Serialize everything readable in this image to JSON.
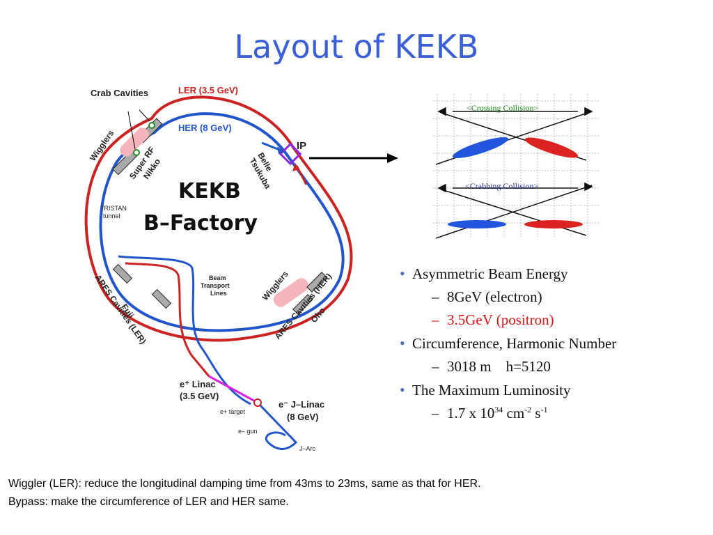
{
  "title": "Layout of KEKB",
  "diagram": {
    "crab_cavities": "Crab Cavities",
    "ler": "LER (3.5 GeV)",
    "her": "HER (8 GeV)",
    "ip": "IP",
    "wigglers_left": "Wigglers",
    "super_rf": "Super RF",
    "nikko": "Nikko",
    "belle": "Belle",
    "tsukuba": "Tsukuba",
    "kekb": "KEKB",
    "b_factory": "B–Factory",
    "tristan": "TRISTAN",
    "tunnel": "tunnel",
    "ares_ler": "ARES Cavities (LER)",
    "fuji": "Fuji",
    "beam_transport_1": "Beam",
    "beam_transport_2": "Transport",
    "beam_transport_3": "Lines",
    "wigglers_right": "Wigglers",
    "ares_her": "ARES Cavities (HER)",
    "oho": "Oho",
    "e_plus_linac": "e⁺ Linac",
    "e_plus_linac_energy": "(3.5 GeV)",
    "e_plus_target": "e+ target",
    "e_gun": "e– gun",
    "j_linac": "e⁻ J–Linac",
    "j_linac_energy": "(8 GeV)",
    "j_arc": "J–Arc"
  },
  "collision": {
    "crossing": "<Crossing Collision>",
    "crabbing": "<Crabbing Collision>"
  },
  "bullets": {
    "b1": "Asymmetric Beam Energy",
    "b1_sub1": "8GeV (electron)",
    "b1_sub2": "3.5GeV (positron)",
    "b2": "Circumference, Harmonic Number",
    "b2_sub1": "3018 m    h=5120",
    "b3": "The Maximum Luminosity",
    "b3_sub1_a": "1.7 x 10",
    "b3_sub1_exp1": "34",
    "b3_sub1_b": " cm",
    "b3_sub1_exp2": "-2",
    "b3_sub1_c": " s",
    "b3_sub1_exp3": "-1",
    "dash": "–",
    "dot": "•"
  },
  "notes": {
    "line1": "Wiggler (LER): reduce the longitudinal damping time from 43ms to 23ms, same as that for HER.",
    "line2": "Bypass: make the circumference of  LER and HER same."
  },
  "colors": {
    "title": "#3a5fd8",
    "ler": "#cc2222",
    "her": "#2255cc",
    "linac": "#dd22dd",
    "ip_box": "#8a2be2"
  }
}
